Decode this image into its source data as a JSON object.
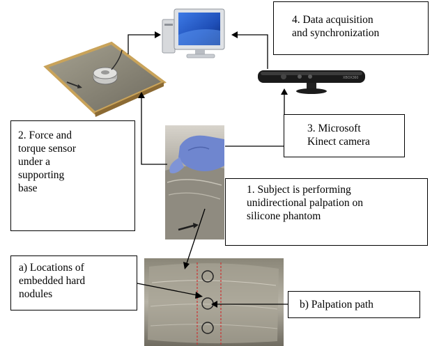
{
  "labels": {
    "data_acquisition": [
      "4. Data acquisition",
      "and synchronization"
    ],
    "force_sensor": [
      "2. Force and",
      "torque sensor",
      "under a",
      "supporting",
      "base"
    ],
    "kinect": [
      "3. Microsoft",
      "Kinect camera"
    ],
    "subject": [
      "1. Subject is performing",
      "unidirectional palpation on",
      "silicone phantom"
    ],
    "nodules": [
      "a) Locations of",
      "embedded hard",
      "nodules"
    ],
    "path": [
      "b) Palpation path"
    ]
  },
  "kinect_brand_text": "XBOX360",
  "colors": {
    "path_line": "#cc3333",
    "glove": "#6f86cf",
    "sensor_board": "#8e8a7c",
    "kinect_body": "#1a1a1a",
    "monitor_screen": "#1f4fb8"
  }
}
